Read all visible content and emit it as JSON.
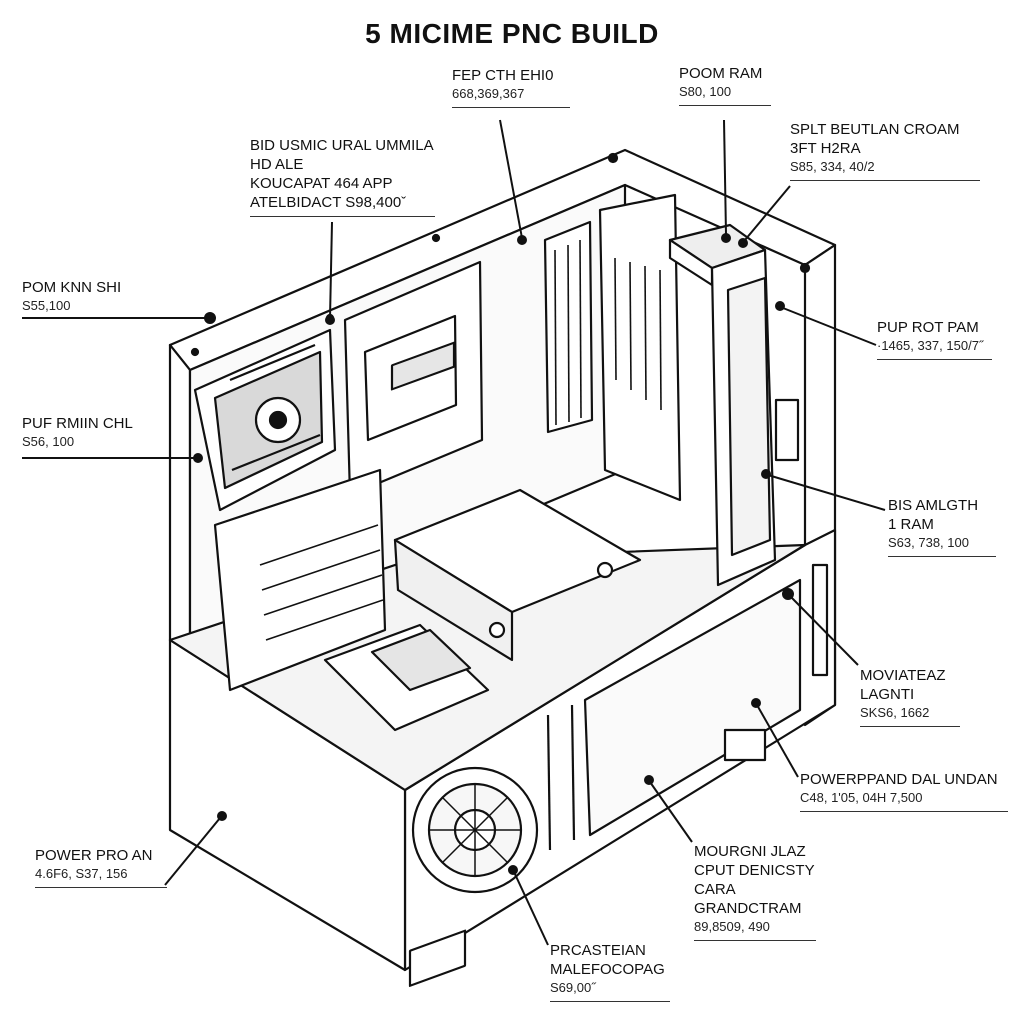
{
  "title": "5 MICIME PNC BUILD",
  "colors": {
    "ink": "#111111",
    "paper": "#ffffff",
    "shade": "#e9e9e9"
  },
  "callouts": [
    {
      "id": "c1",
      "lines": [
        "FEP CTH EHI0"
      ],
      "value": "668,369,367"
    },
    {
      "id": "c2",
      "lines": [
        "POOM RAM"
      ],
      "value": "S80, 100"
    },
    {
      "id": "c3",
      "lines": [
        "SPLT BEUTLAN CROAM",
        "3FT H2RA"
      ],
      "value": "S85, 334, 40/2"
    },
    {
      "id": "c4",
      "lines": [
        "BID USMIC URAL UMMILA",
        "HD ALE",
        "KOUCAPAT 464 APP"
      ],
      "value": "ATELBIDACT S98,400ˇ"
    },
    {
      "id": "c5",
      "lines": [
        "POM KNN SHI"
      ],
      "value": "S55,100"
    },
    {
      "id": "c6",
      "lines": [
        "PUP ROT PAM"
      ],
      "value": "·1465, 337, 150/7˝"
    },
    {
      "id": "c7",
      "lines": [
        "PUF RMIIN CHL"
      ],
      "value": "S56, 100"
    },
    {
      "id": "c8",
      "lines": [
        "BIS AMLGTH",
        "1 RAM"
      ],
      "value": "S63, 738, 100"
    },
    {
      "id": "c9",
      "lines": [
        "MOVIATEAZ",
        "LAGNTI"
      ],
      "value": "SKS6, 1662"
    },
    {
      "id": "c10",
      "lines": [
        "POWERPPAND DAL UNDAN"
      ],
      "value": "C48, 1'05, 04H 7,500"
    },
    {
      "id": "c11",
      "lines": [
        "POWER PRO AN"
      ],
      "value": "4.6F6, S37, 156"
    },
    {
      "id": "c12",
      "lines": [
        "MOURGNI JLAZ",
        "CPUT DENICSTY",
        "CARA",
        "GRANDCTRAM"
      ],
      "value": "89,8509, 490"
    },
    {
      "id": "c13",
      "lines": [
        "PRCASTEIAN",
        "MALEFOCOPAG"
      ],
      "value": "S69,00˝"
    }
  ]
}
